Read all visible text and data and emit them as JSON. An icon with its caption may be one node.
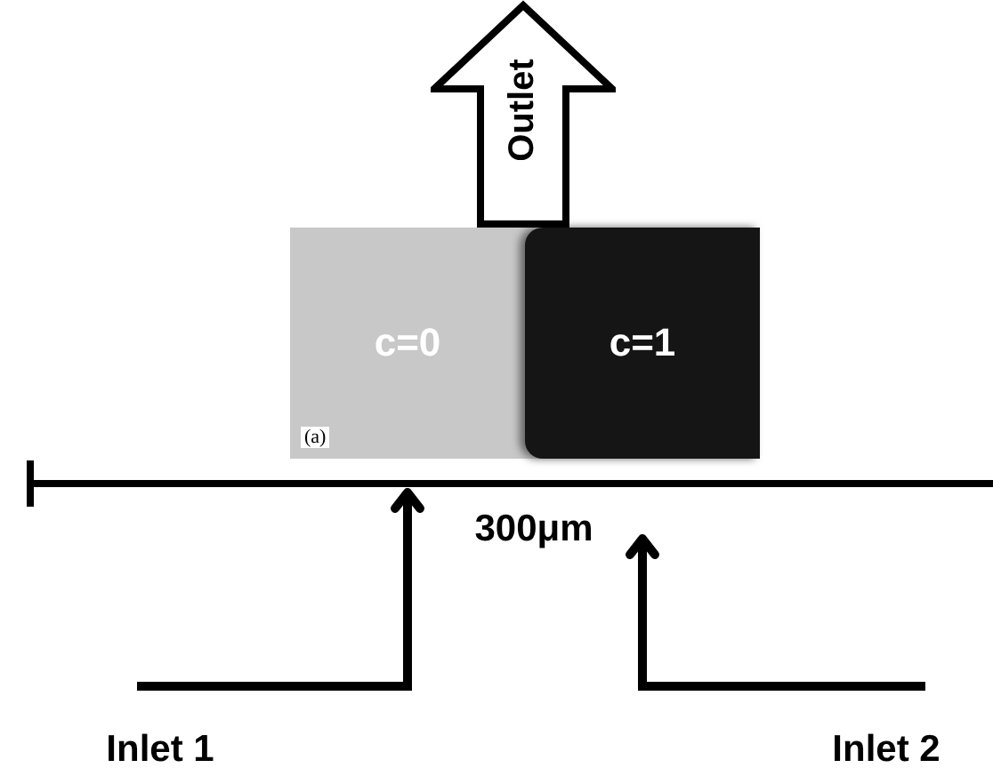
{
  "diagram": {
    "nodes": [
      {
        "text": [
          "(a)"
        ]
      },
      {
        "text": [
          "c=0"
        ],
        "in": 0
      },
      {
        "text": [
          "c=1"
        ],
        "in": 0
      },
      {
        "text": [
          "Outlet"
        ]
      },
      {
        "text": [
          "Inlet 1"
        ]
      },
      {
        "text": [
          "Inlet 2"
        ]
      }
    ],
    "edges": [
      {
        "from": 4,
        "to": 1,
        "arrow": "to"
      },
      {
        "from": 5,
        "to": 2,
        "arrow": "to"
      }
    ],
    "labels": [
      "300μm"
    ]
  }
}
